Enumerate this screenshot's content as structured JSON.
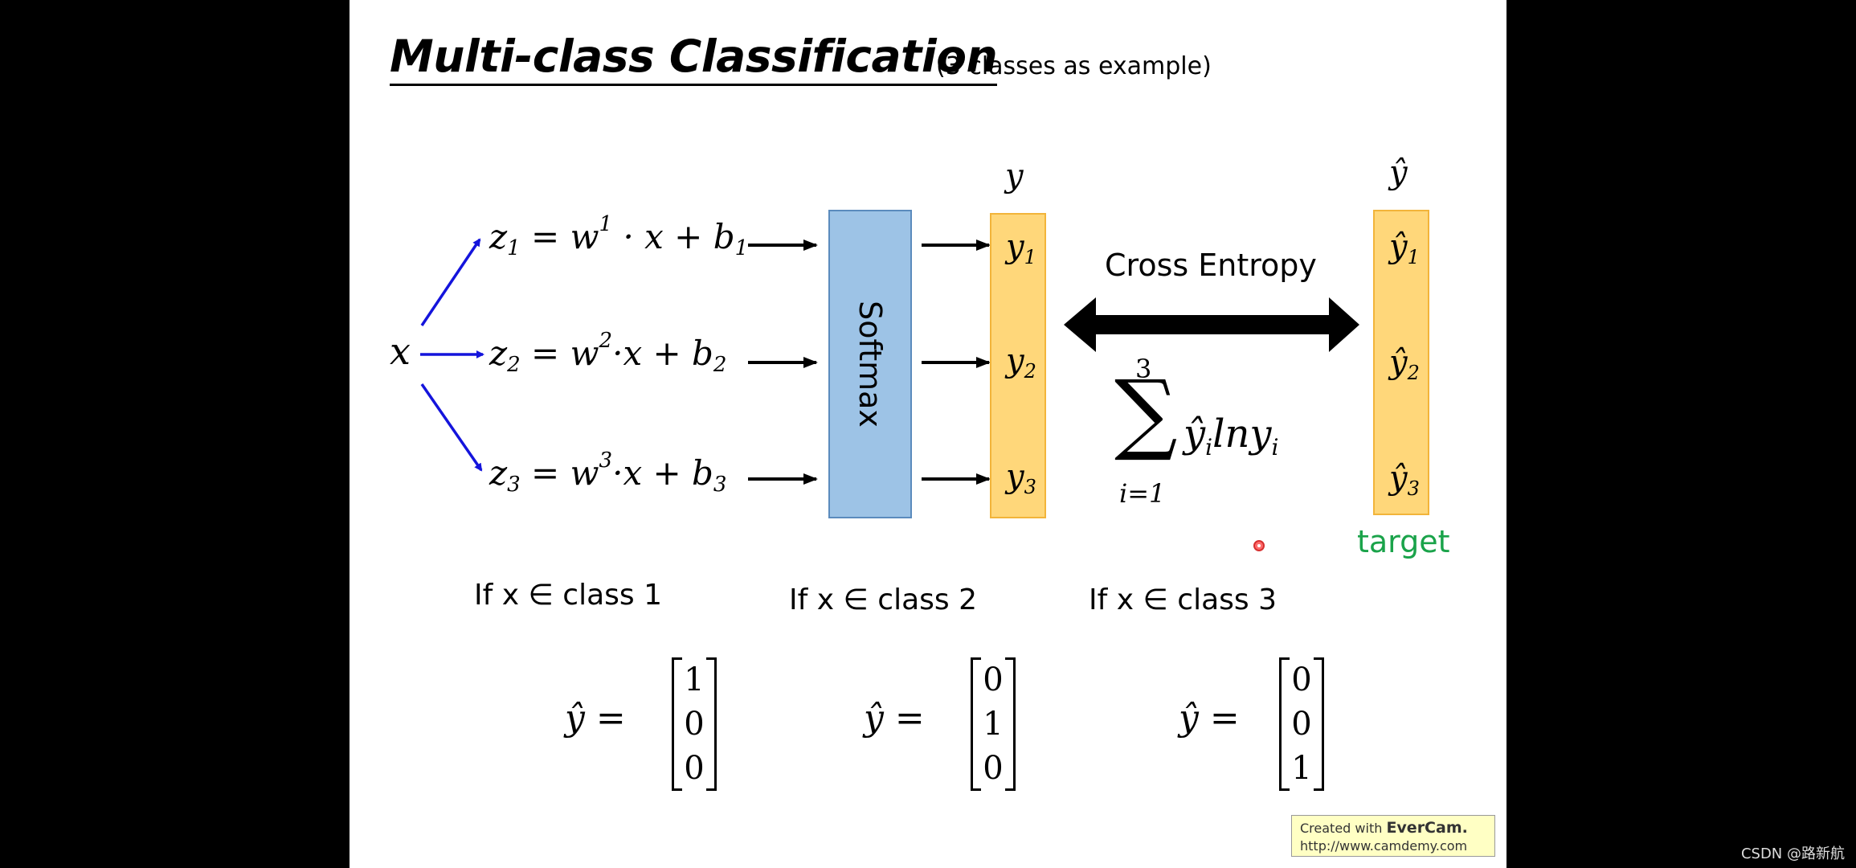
{
  "slide": {
    "title": "Multi-class Classification",
    "subtitle": "(3 classes as example)"
  },
  "inputs": {
    "x": "x",
    "equations": [
      {
        "z": "z",
        "idx": "1",
        "w": "w",
        "sup": "1",
        "mid": " · x + b",
        "bidx": "1",
        "eq": " = "
      },
      {
        "z": "z",
        "idx": "2",
        "w": "w",
        "sup": "2",
        "mid": "·x + b",
        "bidx": "2",
        "eq": " = "
      },
      {
        "z": "z",
        "idx": "3",
        "w": "w",
        "sup": "3",
        "mid": "·x + b",
        "bidx": "3",
        "eq": " = "
      }
    ]
  },
  "softmax": {
    "label": "Softmax"
  },
  "output": {
    "header": "y",
    "items": [
      {
        "sym": "y",
        "idx": "1"
      },
      {
        "sym": "y",
        "idx": "2"
      },
      {
        "sym": "y",
        "idx": "3"
      }
    ]
  },
  "target": {
    "header": "ŷ",
    "items": [
      {
        "sym": "ŷ",
        "idx": "1"
      },
      {
        "sym": "ŷ",
        "idx": "2"
      },
      {
        "sym": "ŷ",
        "idx": "3"
      }
    ],
    "label": "target"
  },
  "cross_entropy": {
    "label": "Cross Entropy",
    "upper": "3",
    "lower": "i=1",
    "sigma": "∑",
    "body_a": "ŷ",
    "body_a_sub": "i",
    "body_b": "lny",
    "body_b_sub": "i"
  },
  "cases": [
    {
      "condition": "If x ∈ class 1",
      "lhs": "ŷ =",
      "vector": [
        "1",
        "0",
        "0"
      ]
    },
    {
      "condition": "If x ∈ class 2",
      "lhs": "ŷ =",
      "vector": [
        "0",
        "1",
        "0"
      ]
    },
    {
      "condition": "If x ∈ class 3",
      "lhs": "ŷ =",
      "vector": [
        "0",
        "0",
        "1"
      ]
    }
  ],
  "watermark": {
    "line1_prefix": "Created with ",
    "line1_brand": "EverCam.",
    "line2": "http://www.camdemy.com"
  },
  "footer": {
    "credit": "CSDN @路新航"
  },
  "colors": {
    "softmax_fill": "#9dc3e6",
    "y_fill": "#ffd77a",
    "input_arrow": "#1414dc",
    "target_label": "#1aa34a"
  }
}
